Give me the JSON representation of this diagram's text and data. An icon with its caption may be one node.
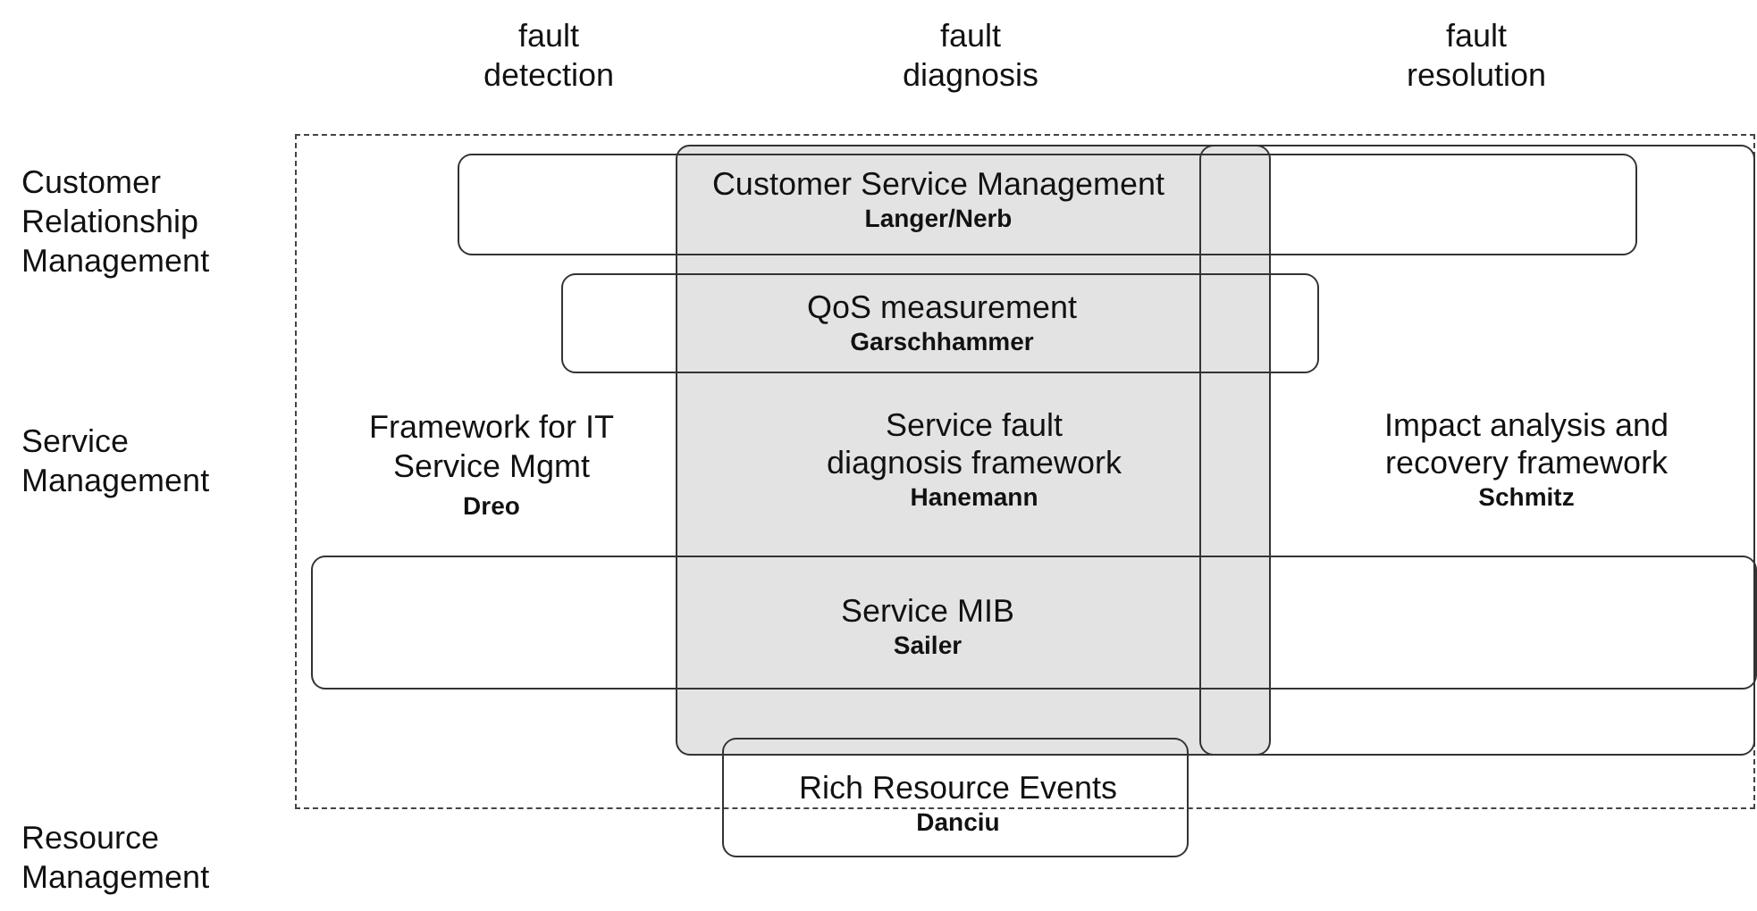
{
  "diagram": {
    "nodes": [
      {
        "text": [],
        "shape": "box"
      },
      {
        "text": [
          "Service fault diagnosis framework",
          "Hanemann"
        ],
        "in": 0
      },
      {
        "text": [
          "Impact analysis and recovery framework",
          "Schmitz"
        ],
        "in": 0
      },
      {
        "text": [
          "Customer Service Management",
          "Langer/Nerb"
        ],
        "in": 0
      },
      {
        "text": [
          "QoS measurement",
          "Garschhammer"
        ],
        "in": 0
      },
      {
        "text": [
          "Service MIB",
          "Sailer"
        ],
        "in": 0
      },
      {
        "text": [
          "Rich Resource Events",
          "Danciu"
        ]
      }
    ],
    "edges": [],
    "labels": [
      "fault detection",
      "fault diagnosis",
      "fault resolution",
      "Customer Relationship Management",
      "Service Management",
      "Framework for IT Service Mgmt",
      "Dreo",
      "Resource Management"
    ]
  }
}
